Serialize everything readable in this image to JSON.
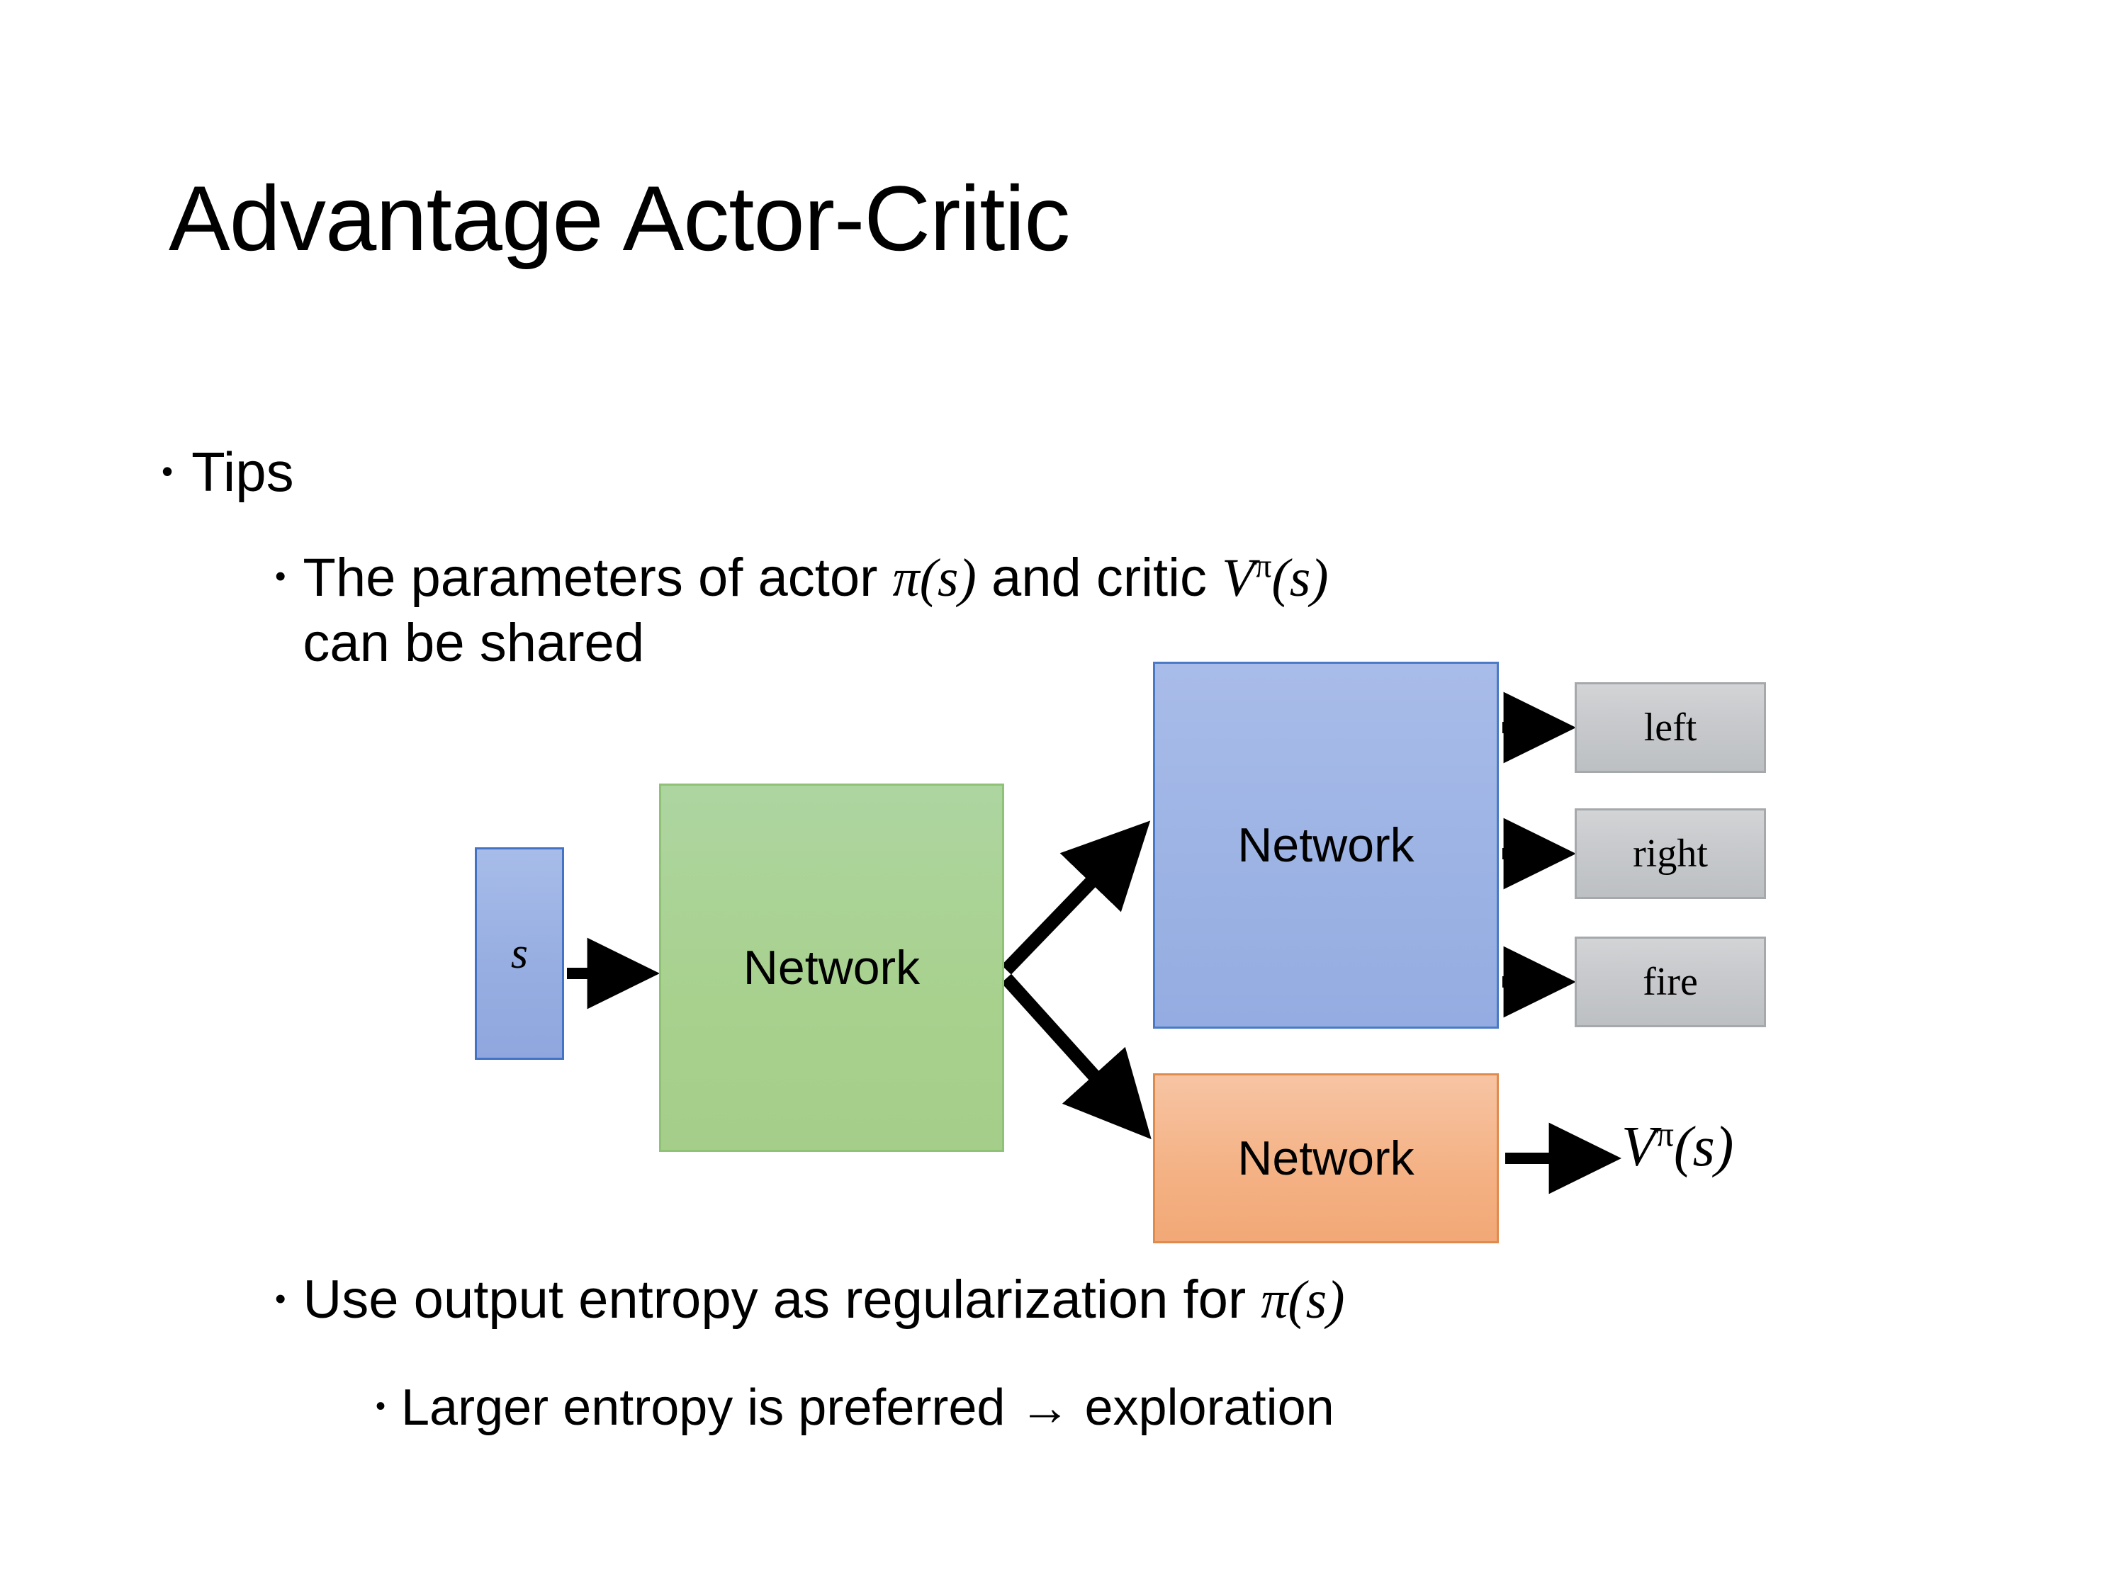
{
  "slide": {
    "title": "Advantage Actor-Critic",
    "background_color": "#ffffff",
    "text_color": "#000000"
  },
  "bullets": {
    "level1_tips": {
      "marker": "•",
      "text": "Tips"
    },
    "level2_shared": {
      "marker": "•",
      "line1_prefix": "The parameters of actor ",
      "pi": "π",
      "pi_arg": "(s)",
      "mid": "  and critic ",
      "v": "V",
      "v_sup": "π",
      "v_arg": "(s)",
      "line2": "can be shared"
    },
    "level2_entropy": {
      "marker": "•",
      "prefix": "Use output entropy as regularization for ",
      "pi": "π",
      "pi_arg": "(s)"
    },
    "level3_larger": {
      "marker": "•",
      "text": "Larger entropy is preferred → exploration"
    }
  },
  "diagram": {
    "input_node": {
      "label": "s",
      "fill": "#97aee2",
      "border": "#4472c4"
    },
    "shared_node": {
      "label": "Network",
      "fill": "#a8d18e",
      "border": "#8fc176"
    },
    "actor_node": {
      "label": "Network",
      "fill": "#9cb3e4",
      "border": "#4a7ac6"
    },
    "critic_node": {
      "label": "Network",
      "fill": "#f4b183",
      "border": "#e08b4e"
    },
    "action_outputs": [
      {
        "label": "left",
        "fill": "#c8cacd",
        "border": "#a6a9ac"
      },
      {
        "label": "right",
        "fill": "#c8cacd",
        "border": "#a6a9ac"
      },
      {
        "label": "fire",
        "fill": "#c8cacd",
        "border": "#a6a9ac"
      }
    ],
    "value_output": {
      "symbol": "V",
      "superscript": "π",
      "argument": "(s)"
    },
    "arrow_color": "#000000"
  }
}
